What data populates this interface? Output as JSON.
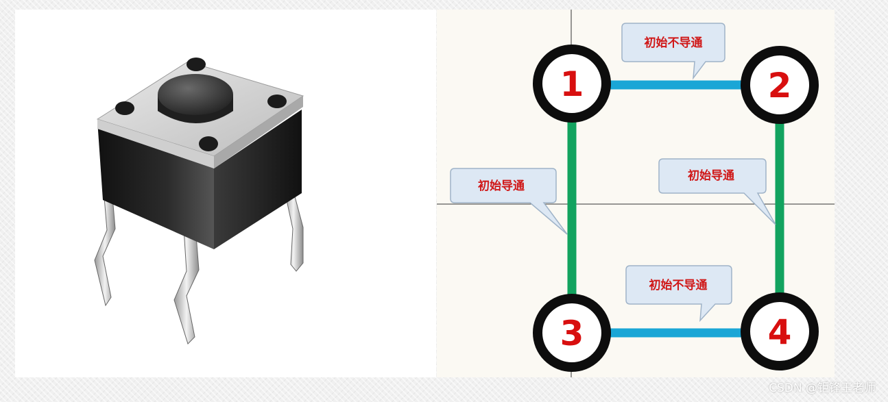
{
  "diagram": {
    "pins": [
      {
        "id": "1",
        "label": "1"
      },
      {
        "id": "2",
        "label": "2"
      },
      {
        "id": "3",
        "label": "3"
      },
      {
        "id": "4",
        "label": "4"
      }
    ],
    "callouts": {
      "top": "初始不导通",
      "left": "初始导通",
      "right": "初始导通",
      "bottom": "初始不导通"
    },
    "colors": {
      "not_conducting_line": "#1aa6d6",
      "conducting_line": "#12a35f",
      "pin_ring": "#0d0d0d",
      "pin_number": "#d80f0f",
      "callout_text": "#d01818"
    }
  },
  "watermark": "CSDN @钜锋王老师"
}
